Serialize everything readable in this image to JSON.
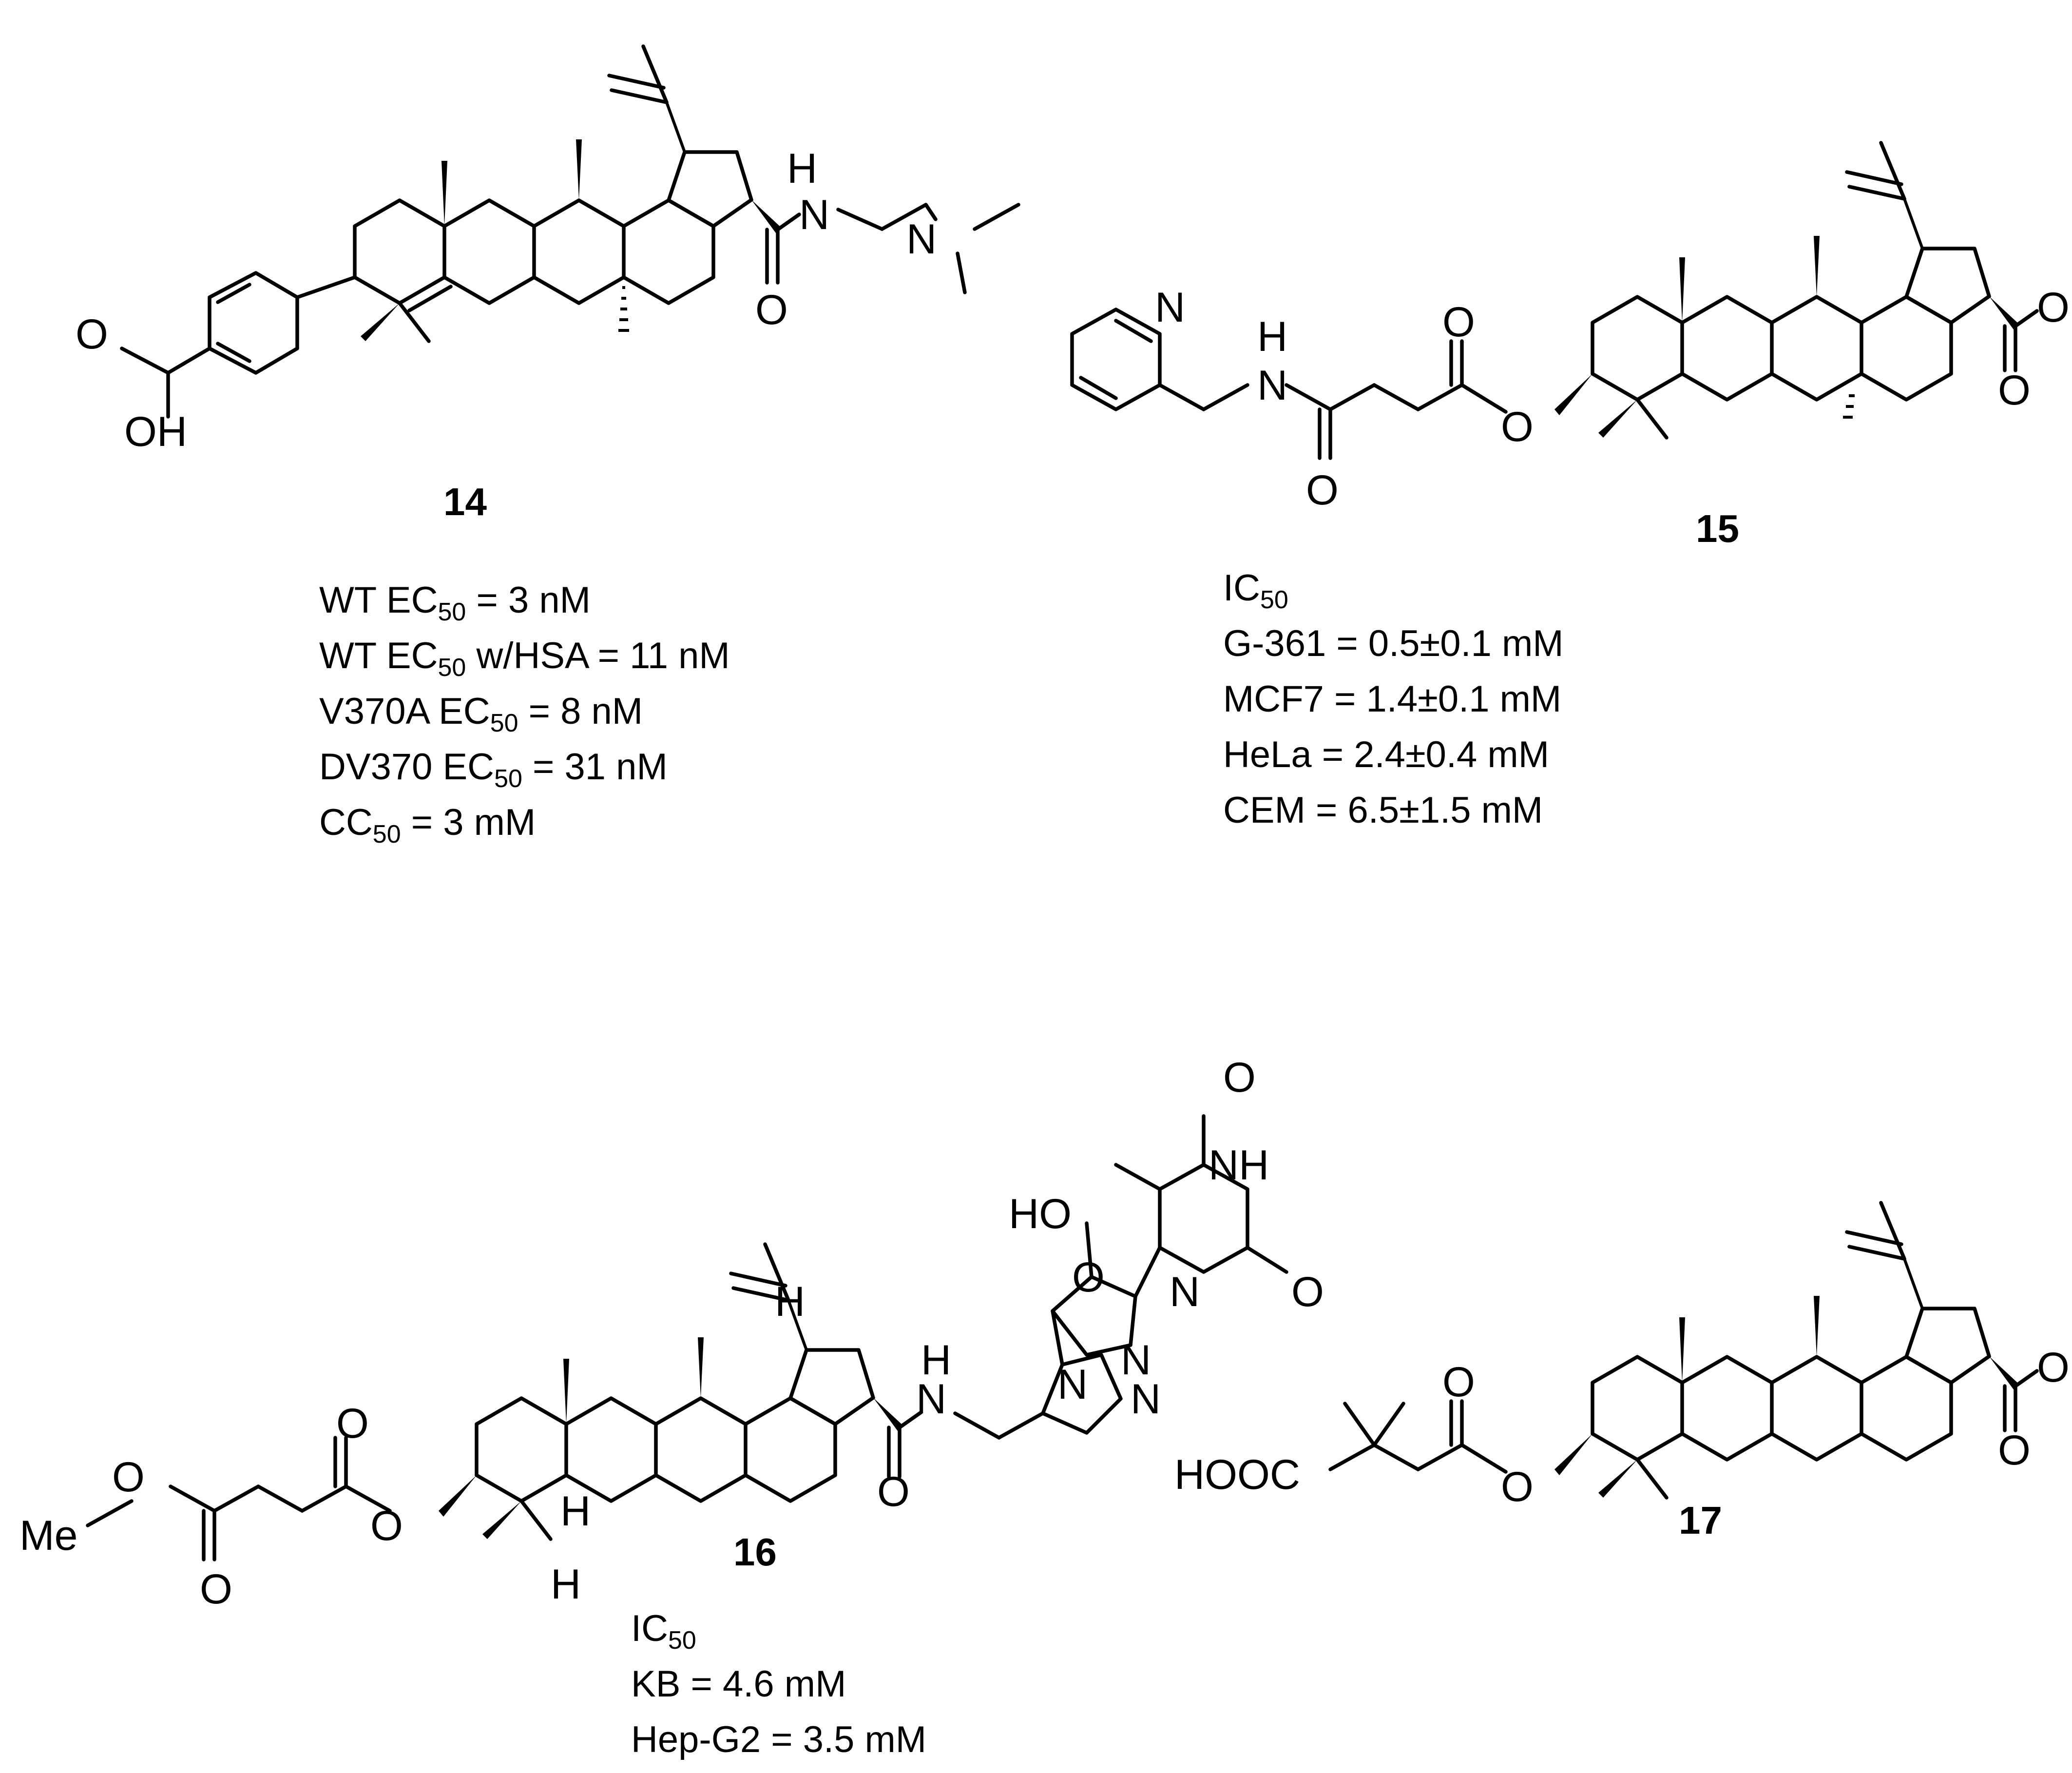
{
  "compounds": [
    {
      "id": "14",
      "label": "14",
      "atoms": [
        "N",
        "H",
        "N",
        "O",
        "O",
        "OH"
      ],
      "data": [
        {
          "pre": "WT EC",
          "sub": "50",
          "post": " = 3 nM"
        },
        {
          "pre": "WT EC",
          "sub": "50",
          "post": " w/HSA = 11 nM"
        },
        {
          "pre": "V370A EC",
          "sub": "50",
          "post": " = 8 nM"
        },
        {
          "pre": "DV370 EC",
          "sub": "50",
          "post": " = 31 nM"
        },
        {
          "pre": "CC",
          "sub": "50",
          "post": " = 3 mM"
        }
      ]
    },
    {
      "id": "15",
      "label": "15",
      "atoms": [
        "N",
        "H",
        "N",
        "O",
        "O",
        "O",
        "OH",
        "O"
      ],
      "data": [
        {
          "pre": "IC",
          "sub": "50",
          "post": ""
        },
        {
          "pre": "G-361 = 0.5±0.1 mM",
          "sub": "",
          "post": ""
        },
        {
          "pre": "MCF7 = 1.4±0.1 mM",
          "sub": "",
          "post": ""
        },
        {
          "pre": "HeLa = 2.4±0.4 mM",
          "sub": "",
          "post": ""
        },
        {
          "pre": "CEM = 6.5±1.5 mM",
          "sub": "",
          "post": ""
        }
      ]
    },
    {
      "id": "16",
      "label": "16",
      "atoms": [
        "O",
        "NH",
        "O",
        "N",
        "HO",
        "O",
        "N",
        "N",
        "N",
        "H",
        "N",
        "O",
        "H",
        "H",
        "H",
        "O",
        "O",
        "Me",
        "O",
        "O"
      ],
      "data": [
        {
          "pre": "IC",
          "sub": "50",
          "post": ""
        },
        {
          "pre": "KB = 4.6 mM",
          "sub": "",
          "post": ""
        },
        {
          "pre": "Hep-G2 = 3.5 mM",
          "sub": "",
          "post": ""
        }
      ]
    },
    {
      "id": "17",
      "label": "17",
      "atoms": [
        "OH",
        "O",
        "O",
        "HOOC",
        "O",
        "O"
      ],
      "data": []
    }
  ]
}
